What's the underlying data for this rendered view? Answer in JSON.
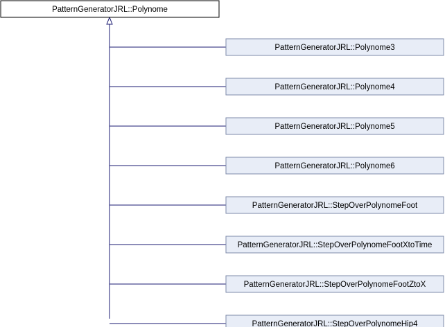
{
  "diagram": {
    "base_class": {
      "label": "PatternGenerator​JRL::Polynome",
      "fill": "#ffffff",
      "stroke": "#000000"
    },
    "derived_classes": [
      {
        "label": "PatternGenerator​JRL::Polynome3"
      },
      {
        "label": "PatternGenerator​JRL::Polynome4"
      },
      {
        "label": "PatternGenerator​JRL::Polynome5"
      },
      {
        "label": "PatternGenerator​JRL::Polynome6"
      },
      {
        "label": "PatternGenerator​JRL::StepOverPolynomeFoot"
      },
      {
        "label": "PatternGenerator​JRL::StepOverPolynomeFootXtoTime"
      },
      {
        "label": "PatternGenerator​JRL::StepOverPolynomeFootZtoX"
      },
      {
        "label": "PatternGenerator​JRL::StepOverPolynomeHip4"
      }
    ],
    "colors": {
      "derived_fill": "#e8edf7",
      "derived_stroke": "#7e8aa8",
      "edge": "#191970"
    }
  }
}
